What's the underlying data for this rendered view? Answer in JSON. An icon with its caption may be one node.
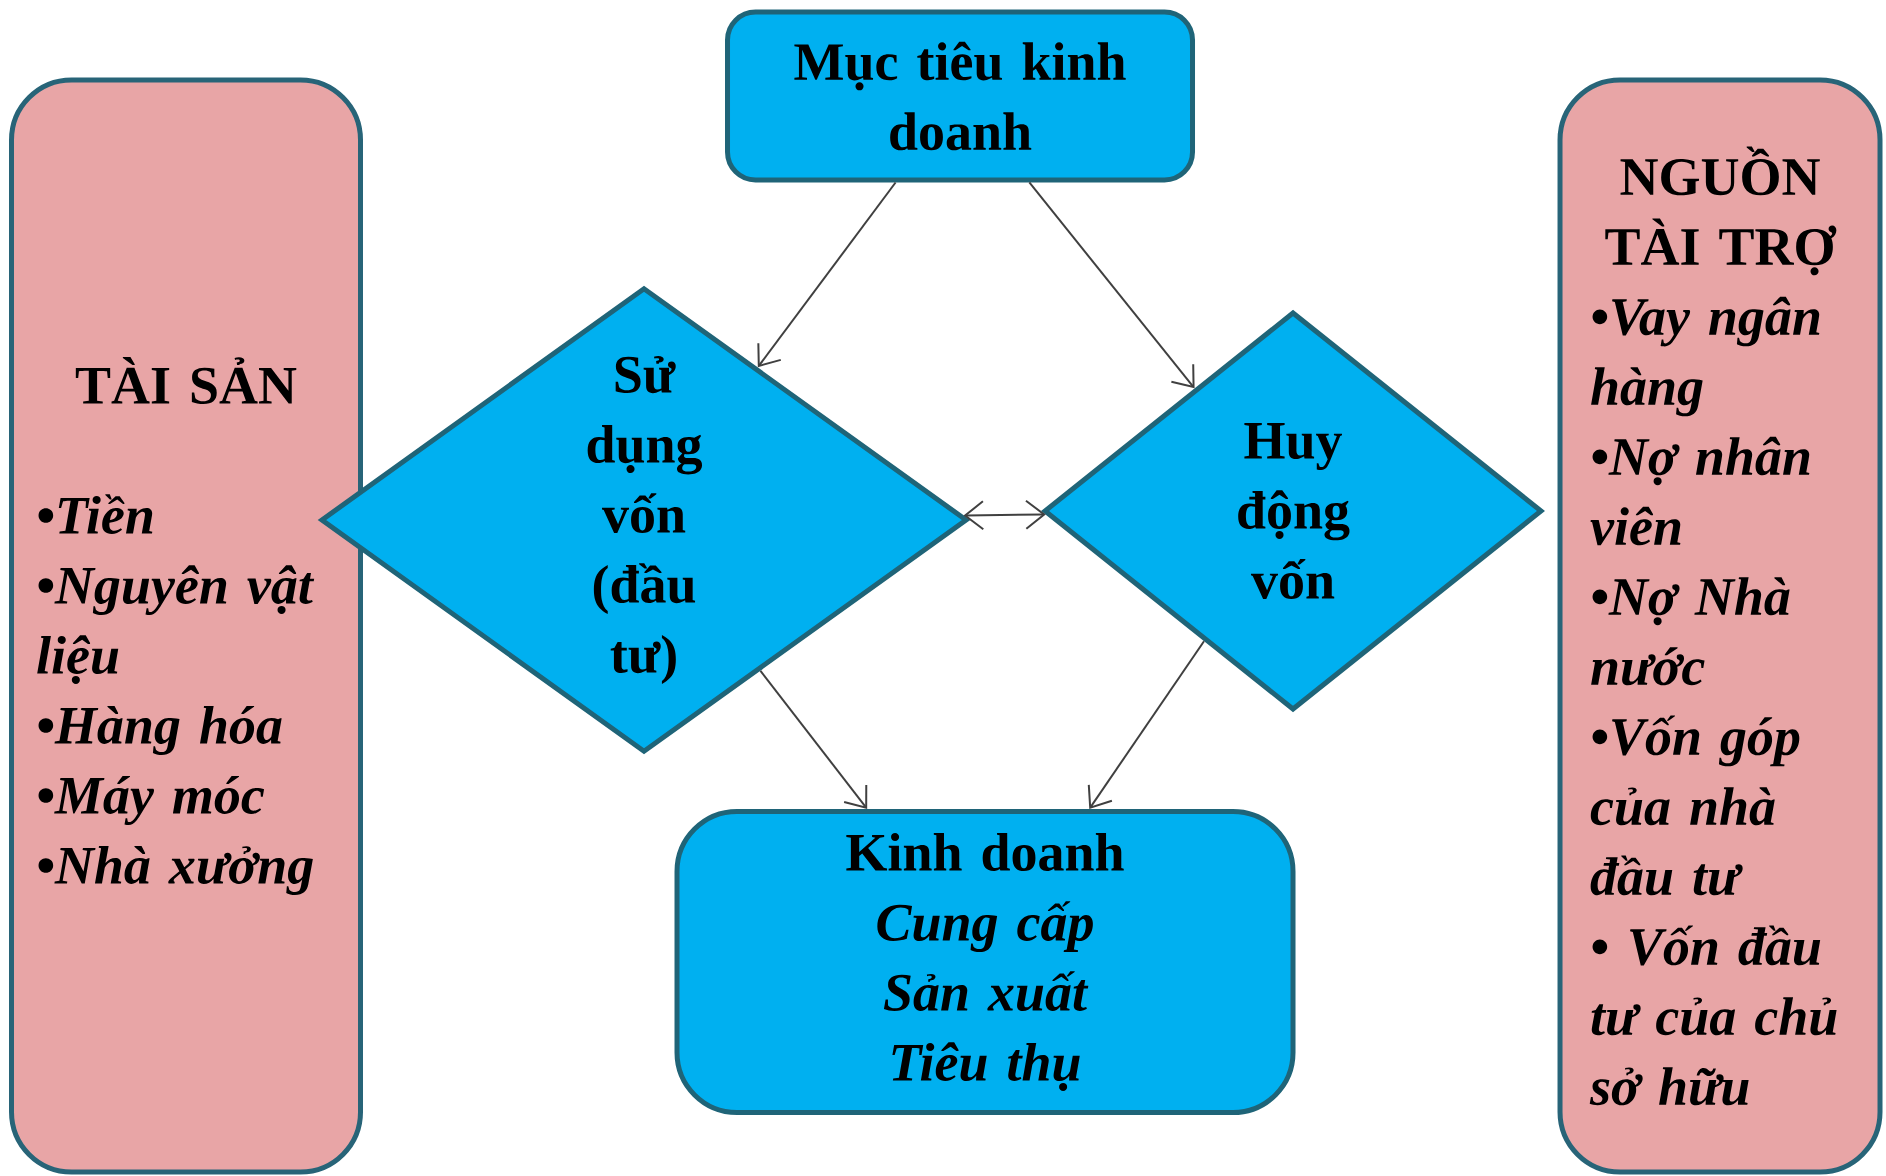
{
  "diagram": {
    "nodes": [
      {
        "text": [
          "TÀI SẢN",
          "•Tiền",
          "•Nguyên vật liệu",
          "•Hàng hóa",
          "•Máy móc",
          "•Nhà xưởng"
        ]
      },
      {
        "text": [
          "Mục tiêu kinh doanh"
        ]
      },
      {
        "text": [
          "NGUỒN TÀI TRỢ",
          "•Vay ngân hàng",
          "•Nợ nhân viên",
          "•Nợ Nhà nước",
          "•Vốn góp của nhà đầu tư",
          "• Vốn đầu tư của chủ sở hữu"
        ]
      },
      {
        "text": [
          "Sử dụng vốn (đầu tư)"
        ]
      },
      {
        "text": [
          "Huy động vốn"
        ]
      },
      {
        "text": [
          "Kinh doanh",
          "Cung cấp",
          "Sản xuất",
          "Tiêu thụ"
        ]
      }
    ],
    "edges": [
      {
        "from": 1,
        "to": 3,
        "arrow": "to"
      },
      {
        "from": 1,
        "to": 4,
        "arrow": "to"
      },
      {
        "from": 3,
        "to": 4,
        "arrow": "both"
      },
      {
        "from": 3,
        "to": 5,
        "arrow": "to"
      },
      {
        "from": 4,
        "to": 5,
        "arrow": "to"
      }
    ]
  }
}
